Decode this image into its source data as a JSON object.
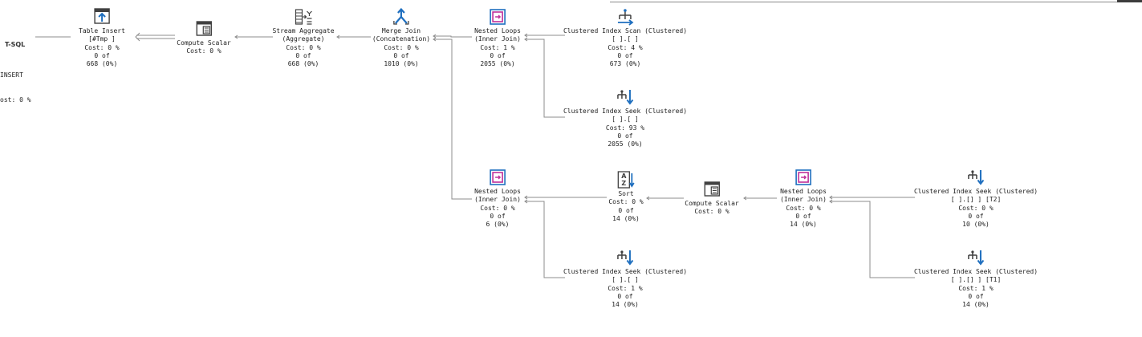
{
  "root": {
    "title": "T-SQL",
    "lines": [
      "INSERT",
      "ost: 0 %"
    ]
  },
  "nodes": {
    "table_insert": {
      "lines": [
        "Table Insert",
        "[#Tmp          ]",
        "Cost: 0 %",
        "0 of",
        "668 (0%)"
      ]
    },
    "compute_scalar_1": {
      "lines": [
        "Compute Scalar",
        "Cost: 0 %"
      ]
    },
    "stream_aggregate": {
      "lines": [
        "Stream Aggregate",
        "(Aggregate)",
        "Cost: 0 %",
        "0 of",
        "668 (0%)"
      ]
    },
    "merge_join": {
      "lines": [
        "Merge Join",
        "(Concatenation)",
        "Cost: 0 %",
        "0 of",
        "1010 (0%)"
      ]
    },
    "nested_loops_1": {
      "lines": [
        "Nested Loops",
        "(Inner Join)",
        "Cost: 1 %",
        "0 of",
        "2055 (0%)"
      ]
    },
    "ci_scan": {
      "lines": [
        "Clustered Index Scan (Clustered)",
        "[         ].[           ]",
        "Cost: 4 %",
        "0 of",
        "673 (0%)"
      ]
    },
    "ci_seek_1": {
      "lines": [
        "Clustered Index Seek (Clustered)",
        "[         ].[           ]",
        "Cost: 93 %",
        "0 of",
        "2055 (0%)"
      ]
    },
    "nested_loops_2": {
      "lines": [
        "Nested Loops",
        "(Inner Join)",
        "Cost: 0 %",
        "0 of",
        "6 (0%)"
      ]
    },
    "sort": {
      "lines": [
        "Sort",
        "Cost: 0 %",
        "0 of",
        "14 (0%)"
      ]
    },
    "compute_scalar_2": {
      "lines": [
        "Compute Scalar",
        "Cost: 0 %"
      ]
    },
    "nested_loops_3": {
      "lines": [
        "Nested Loops",
        "(Inner Join)",
        "Cost: 0 %",
        "0 of",
        "14 (0%)"
      ]
    },
    "ci_seek_t2": {
      "lines": [
        "Clustered Index Seek (Clustered)",
        "[          ].[]           ] [T2]",
        "Cost: 0 %",
        "0 of",
        "10 (0%)"
      ]
    },
    "ci_seek_2": {
      "lines": [
        "Clustered Index Seek (Clustered)",
        "[         ].[           ]",
        "Cost: 1 %",
        "0 of",
        "14 (0%)"
      ]
    },
    "ci_seek_t1": {
      "lines": [
        "Clustered Index Seek (Clustered)",
        "[          ].[]           ] [T1]",
        "Cost: 1 %",
        "0 of",
        "14 (0%)"
      ]
    }
  },
  "icons": {
    "table_insert": "table-insert-icon",
    "compute_scalar": "compute-scalar-icon",
    "stream_aggregate": "stream-aggregate-icon",
    "merge_join": "merge-join-icon",
    "nested_loops": "nested-loops-icon",
    "clustered_index_scan": "clustered-index-scan-icon",
    "clustered_index_seek": "clustered-index-seek-icon",
    "sort": "sort-icon"
  },
  "sort_icon_text": [
    "A",
    "Z"
  ],
  "colors": {
    "text": "#1e1e1e",
    "connector": "#8c8c8c",
    "icon_blue": "#1f6fbf",
    "icon_magenta": "#c0309a",
    "icon_dark": "#404040"
  }
}
